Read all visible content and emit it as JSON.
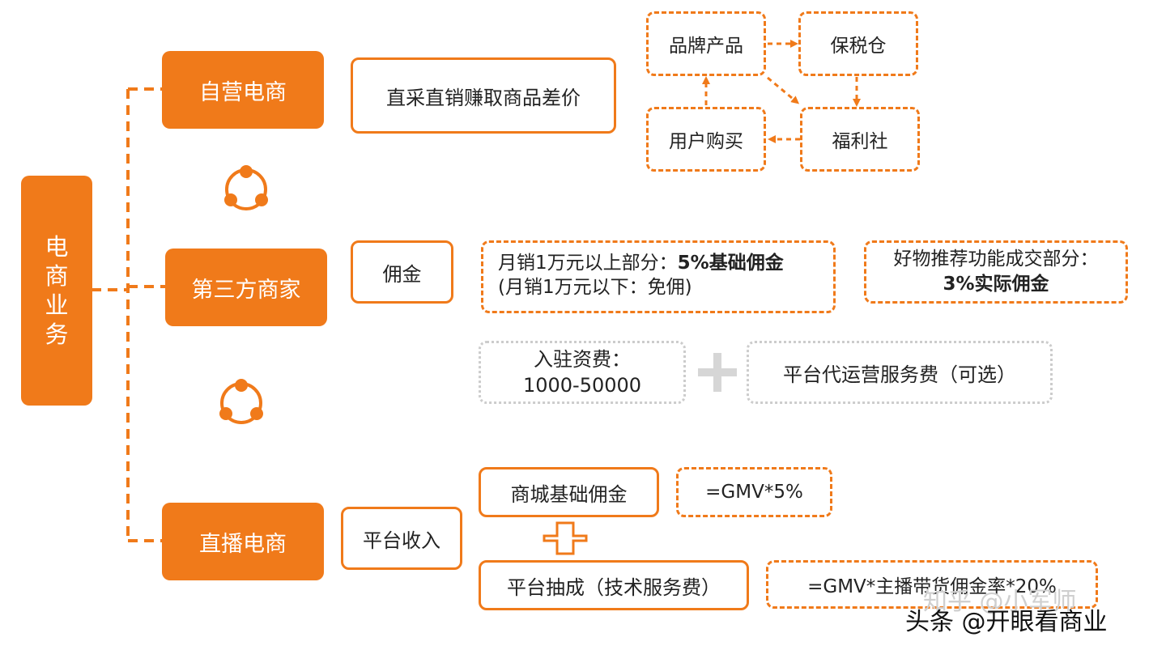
{
  "root": {
    "label": "电商业务"
  },
  "branches": {
    "self_operated": {
      "label": "自营电商",
      "desc": "直采直销赚取商品差价",
      "flow": [
        "品牌产品",
        "保税仓",
        "用户购买",
        "福利社"
      ]
    },
    "third_party": {
      "label": "第三方商家",
      "commission_label": "佣金",
      "commission_line1_prefix": "月销1万元以上部分：",
      "commission_line1_bold": "5%基础佣金",
      "commission_line2": "(月销1万元以下：免佣)",
      "recommend_line1": "好物推荐功能成交部分：",
      "recommend_line2": "3%实际佣金",
      "entry_fee_line1": "入驻资费：",
      "entry_fee_line2": "1000-50000",
      "service_fee": "平台代运营服务费（可选）"
    },
    "live": {
      "label": "直播电商",
      "income_label": "平台收入",
      "mall_commission": "商城基础佣金",
      "mall_formula": "=GMV*5%",
      "platform_cut": "平台抽成（技术服务费）",
      "platform_formula": "=GMV*主播带货佣金率*20%"
    }
  },
  "watermarks": {
    "faint": "知乎 @小军师",
    "main": "头条 @开眼看商业"
  },
  "colors": {
    "accent": "#F07A1A",
    "gray_border": "#cccccc"
  }
}
